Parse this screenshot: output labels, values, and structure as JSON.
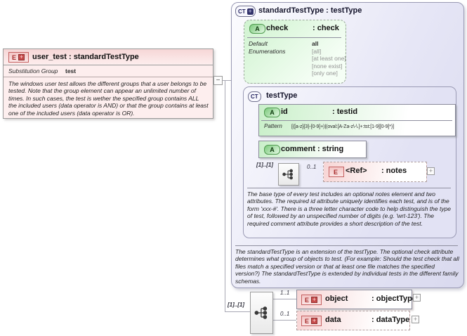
{
  "colors": {
    "element_accent": "#c46060",
    "element_fill": "#f7d5d5",
    "attribute_accent": "#4f9a4f",
    "attribute_fill": "#c9efc9",
    "complex_accent": "#9a9ab4",
    "complex_fill": "#e2e2f4",
    "connector": "#a8a8b4"
  },
  "icons": {
    "element": "E",
    "attribute": "A",
    "complex_type": "CT",
    "plus": "+",
    "minus": "−",
    "expand": "+"
  },
  "left_element": {
    "title": "user_test : standardTestType",
    "substitution_group_label": "Substitution Group",
    "substitution_group_value": "test",
    "description": "The windows user test allows the different groups that a user belongs to be tested.  Note that the group element can appear an unlimited number of times.  In such cases, the test is wether the specified group contains ALL the included users (data operator is AND) or that the group contains at least one of the included users (data operator is OR)."
  },
  "standard_test_type": {
    "title": "standardTestType : testType",
    "description": "The standardTestType is an extension of the testType.  The optional check attribute determines what group of objects to test.  (For example: Should the test check that all files match a specified version or that at least one file matches the specified version?)  The standardTestType is extended by individual tests in the different family schemas.",
    "check_attribute": {
      "name": "check",
      "type": ": check",
      "default_label": "Default",
      "default_value": "all",
      "enumerations_label": "Enumerations",
      "enumerations": [
        "[all]",
        "[at least one]",
        "[none exist]",
        "[only one]"
      ]
    },
    "test_type": {
      "title": "testType",
      "id_attribute": {
        "name": "id",
        "type": ": testid",
        "pattern_label": "Pattern",
        "pattern_value": "[([a-z]{3}-[0-9]+)|(oval:[A-Za-z\\-\\.]+:tst:[1-9][0-9]*)]"
      },
      "comment_attribute": {
        "name": "comment : string"
      },
      "content": {
        "cardinality": "[1]..[1]",
        "notes_cardinality": "0..1",
        "notes_name": "<Ref>",
        "notes_type": ": notes"
      },
      "description": "The base type of every test includes an optional notes element and two attributes.  The required id attribute uniquely identifies each test, and is of the form 'xxx-#'.  There is a three letter character code to help distinguish the type of test, followed by an unspecified number of digits (e.g. 'wrt-123').  The required comment attribute provides a short description of the test."
    }
  },
  "content_model": {
    "cardinality": "[1]..[1]",
    "object_element": {
      "cardinality": "1..1",
      "name": "object",
      "type": ": objectType"
    },
    "data_element": {
      "cardinality": "0..1",
      "name": "data",
      "type": ": dataType"
    }
  }
}
